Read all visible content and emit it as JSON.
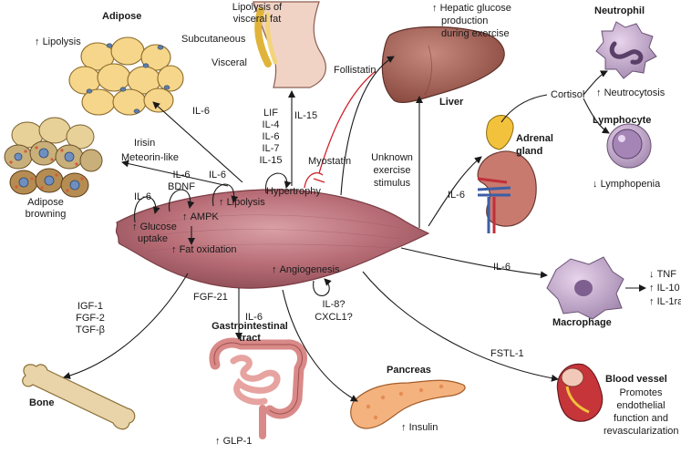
{
  "adipose": {
    "title": "Adipose",
    "effect": "Lipolysis"
  },
  "adipose_browning": {
    "line1": "Adipose",
    "line2": "browning"
  },
  "visceral_fat": {
    "title_line1": "Lipolysis of",
    "title_line2": "visceral fat",
    "subcutaneous": "Subcutaneous",
    "visceral": "Visceral"
  },
  "liver": {
    "title": "Liver",
    "effect_line1": "Hepatic glucose",
    "effect_line2": "production",
    "effect_line3": "during exercise"
  },
  "neutrophil": {
    "title": "Neutrophil",
    "effect": "Neutrocytosis"
  },
  "lymphocyte": {
    "title": "Lymphocyte",
    "effect": "Lymphopenia"
  },
  "adrenal": {
    "title_line1": "Adrenal",
    "title_line2": "gland",
    "cortisol": "Cortisol"
  },
  "macrophage": {
    "title": "Macrophage",
    "effects": [
      "TNF",
      "IL-10",
      "IL-1ra"
    ]
  },
  "blood_vessel": {
    "title": "Blood vessel",
    "line1": "Promotes",
    "line2": "endothelial",
    "line3": "function and",
    "line4": "revascularization"
  },
  "pancreas": {
    "title": "Pancreas",
    "effect": "Insulin"
  },
  "gi": {
    "title_line1": "Gastrointestinal",
    "title_line2": "tract",
    "effect": "GLP-1"
  },
  "bone": {
    "title": "Bone"
  },
  "muscle": {
    "glucose_line1": "Glucose",
    "glucose_line2": "uptake",
    "ampk": "AMPK",
    "lipolysis": "Lipolysis",
    "hypertrophy": "Hypertrophy",
    "fat_oxidation": "Fat oxidation",
    "angiogenesis": "Angiogenesis"
  },
  "labels": {
    "il6_adipose": "IL-6",
    "irisin": "Irisin",
    "meteorin": "Meteorin-like",
    "il6_bdnf_1": "IL-6",
    "il6_bdnf_2": "BDNF",
    "il6_glucose": "IL-6",
    "il6_lipolysis": "IL-6",
    "lif_group": [
      "LIF",
      "IL-4",
      "IL-6",
      "IL-7",
      "IL-15"
    ],
    "il15": "IL-15",
    "follistatin": "Follistatin",
    "myostatin": "Myostatin",
    "unknown_1": "Unknown",
    "unknown_2": "exercise",
    "unknown_3": "stimulus",
    "il6_adrenal": "IL-6",
    "il6_macrophage": "IL-6",
    "fstl1": "FSTL-1",
    "il8": "IL-8?",
    "cxcl1": "CXCL1?",
    "il6_gi": "IL-6",
    "fgf21": "FGF-21",
    "bone_factors": [
      "IGF-1",
      "FGF-2",
      "TGF-β"
    ]
  }
}
